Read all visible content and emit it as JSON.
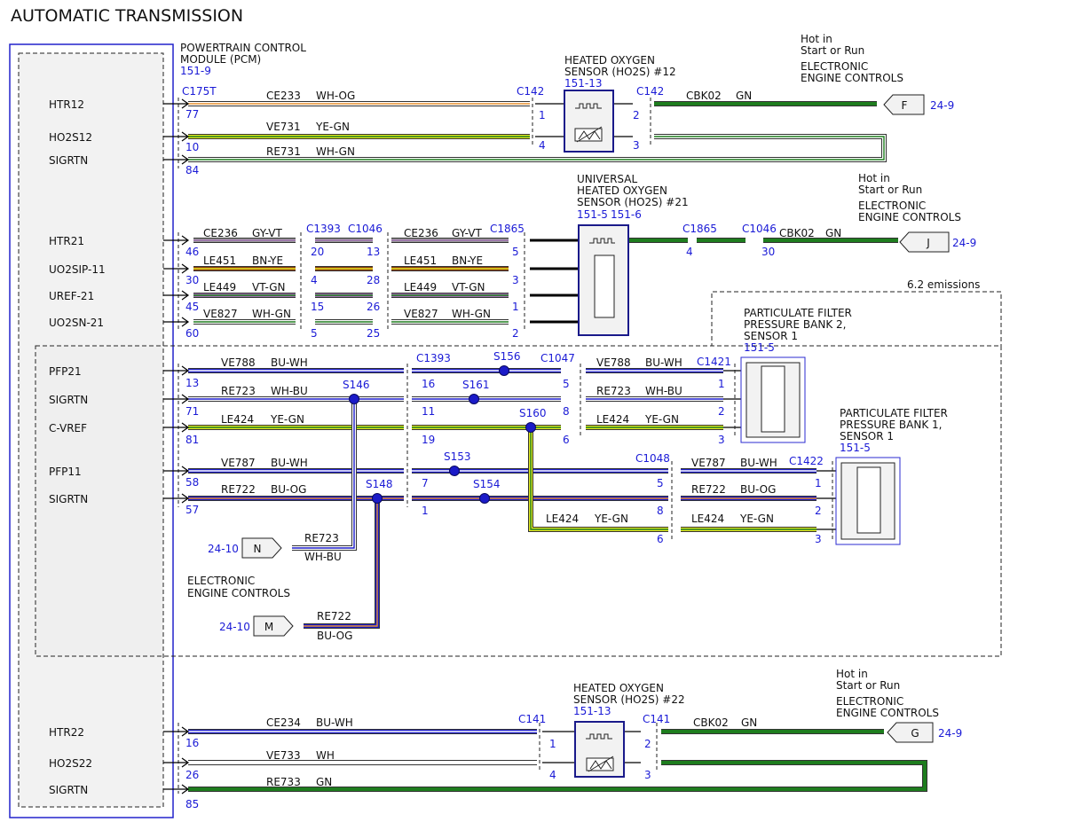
{
  "title": "AUTOMATIC TRANSMISSION",
  "pcm": {
    "line1": "POWERTRAIN CONTROL",
    "line2": "MODULE (PCM)",
    "ref": "151-9"
  },
  "pins": [
    "HTR12",
    "HO2S12",
    "SIGRTN",
    "HTR21",
    "UO2SIP-11",
    "UREF-21",
    "UO2SN-21",
    "PFP21",
    "SIGRTN",
    "C-VREF",
    "PFP11",
    "SIGRTN",
    "HTR22",
    "HO2S22",
    "SIGRTN"
  ],
  "pin_numbers": [
    "77",
    "10",
    "84",
    "46",
    "30",
    "45",
    "60",
    "13",
    "71",
    "81",
    "58",
    "57",
    "16",
    "26",
    "85"
  ],
  "connectors": [
    "C175T",
    "C142",
    "C142",
    "C1393",
    "C1046",
    "C1865",
    "C1865",
    "C1046",
    "C1393",
    "C1047",
    "C1421",
    "C1048",
    "C1422",
    "C141",
    "C141"
  ],
  "connector_pins": [
    "1",
    "4",
    "2",
    "3",
    "20",
    "4",
    "15",
    "5",
    "13",
    "28",
    "26",
    "25",
    "5",
    "3",
    "1",
    "2",
    "4",
    "30",
    "16",
    "11",
    "19",
    "7",
    "1",
    "5",
    "8",
    "6",
    "1",
    "2",
    "3",
    "5",
    "8",
    "6",
    "1",
    "2",
    "3",
    "1",
    "4",
    "2",
    "3"
  ],
  "splices": [
    "S156",
    "S146",
    "S161",
    "S160",
    "S153",
    "S148",
    "S154"
  ],
  "wires": {
    "codes": [
      "CE233",
      "VE731",
      "RE731",
      "CBK02",
      "CE236",
      "LE451",
      "LE449",
      "VE827",
      "CE236",
      "LE451",
      "LE449",
      "VE827",
      "CBK02",
      "VE788",
      "RE723",
      "LE424",
      "VE788",
      "RE723",
      "LE424",
      "VE787",
      "RE722",
      "VE787",
      "RE722",
      "LE424",
      "RE723",
      "RE722",
      "CE234",
      "VE733",
      "RE733",
      "CBK02"
    ],
    "colors": [
      "WH-OG",
      "YE-GN",
      "WH-GN",
      "GN",
      "GY-VT",
      "BN-YE",
      "VT-GN",
      "WH-GN",
      "GY-VT",
      "BN-YE",
      "VT-GN",
      "WH-GN",
      "GN",
      "BU-WH",
      "WH-BU",
      "YE-GN",
      "BU-WH",
      "WH-BU",
      "YE-GN",
      "BU-WH",
      "BU-OG",
      "BU-WH",
      "BU-OG",
      "YE-GN",
      "WH-BU",
      "BU-OG",
      "BU-WH",
      "WH",
      "GN",
      "GN"
    ]
  },
  "components": {
    "ho2s12": {
      "line1": "HEATED OXYGEN",
      "line2": "SENSOR (HO2S) #12",
      "ref": "151-13"
    },
    "uho2s21": {
      "line1": "UNIVERSAL",
      "line2": "HEATED OXYGEN",
      "line3": "SENSOR (HO2S) #21",
      "ref1": "151-5",
      "ref2": "151-6"
    },
    "pfp_b2": {
      "line1": "PARTICULATE FILTER",
      "line2": "PRESSURE BANK 2,",
      "line3": "SENSOR 1",
      "ref": "151-5"
    },
    "pfp_b1": {
      "line1": "PARTICULATE FILTER",
      "line2": "PRESSURE BANK 1,",
      "line3": "SENSOR 1",
      "ref": "151-5"
    },
    "ho2s22": {
      "line1": "HEATED OXYGEN",
      "line2": "SENSOR (HO2S) #22",
      "ref": "151-13"
    }
  },
  "power_notes": {
    "line1": "Hot in",
    "line2": "Start or Run",
    "line3": "ELECTRONIC",
    "line4": "ENGINE CONTROLS"
  },
  "off_page": [
    {
      "letter": "F",
      "ref": "24-9"
    },
    {
      "letter": "J",
      "ref": "24-9"
    },
    {
      "letter": "G",
      "ref": "24-9"
    },
    {
      "letter": "N",
      "ref": "24-10"
    },
    {
      "letter": "M",
      "ref": "24-10"
    }
  ],
  "eec_label": {
    "line1": "ELECTRONIC",
    "line2": "ENGINE CONTROLS"
  },
  "emissions_label": "6.2 emissions",
  "colors": {
    "label_blue": "#1a1ad6",
    "GN": "#1e7d1e",
    "BU": "#1b1bc8",
    "YE": "#e8e820",
    "OG": "#e89030",
    "BN": "#8b3a0a",
    "VT": "#a070b0",
    "GY": "#9a9a9a",
    "WH": "#ffffff"
  }
}
